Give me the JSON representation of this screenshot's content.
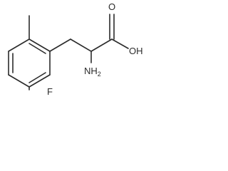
{
  "molecule": {
    "labels": {
      "oxygen_double": "O",
      "hydroxyl": "OH",
      "amine": "NH",
      "amine_subscript": "2",
      "fluorine": "F"
    },
    "colors": {
      "bond": "#2b2b2b",
      "text": "#2b2b2b",
      "background": "#ffffff"
    }
  }
}
